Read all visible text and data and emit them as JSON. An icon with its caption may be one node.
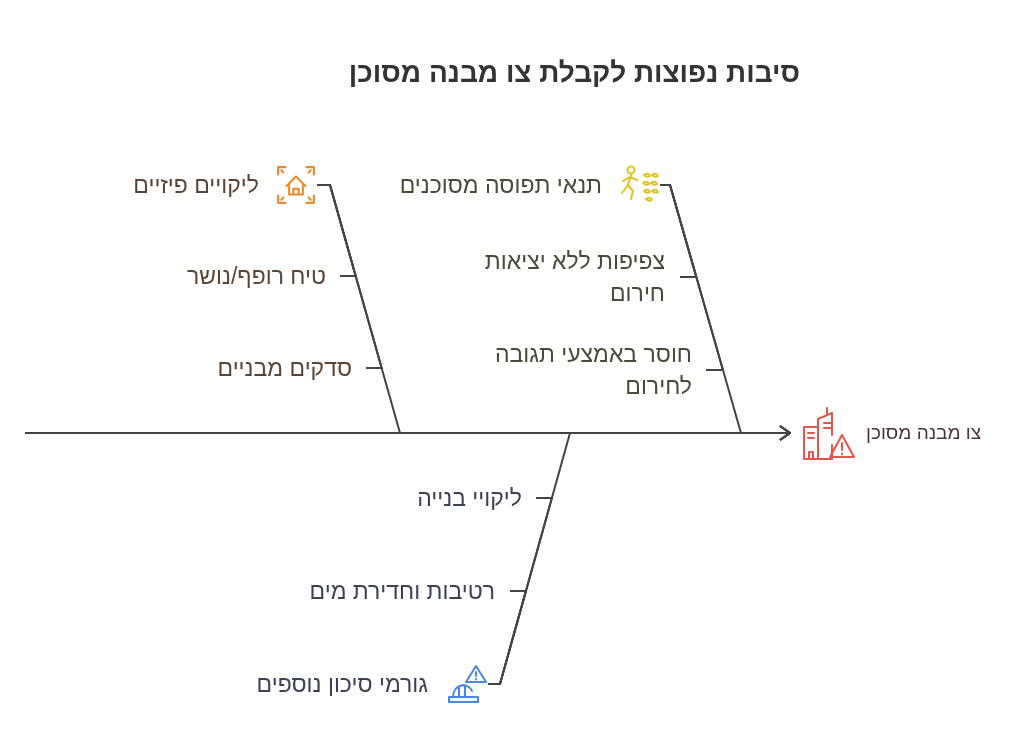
{
  "diagram": {
    "title": "סיבות נפוצות לקבלת צו מבנה מסוכן",
    "nodes": [
      {
        "text": [
          "תנאי תפוסה מסוכנים"
        ]
      },
      {
        "text": [
          "צפיפות ללא יציאות חירום"
        ]
      },
      {
        "text": [
          "חוסר באמצעי תגובה לחירום"
        ]
      },
      {
        "text": [
          "ליקויים פיזיים"
        ]
      },
      {
        "text": [
          "טיח רופף/נושר"
        ]
      },
      {
        "text": [
          "סדקים מבניים"
        ]
      },
      {
        "text": [
          "צו מבנה מסוכן"
        ]
      },
      {
        "text": [
          "ליקויי בנייה"
        ]
      },
      {
        "text": [
          "רטיבות וחדירת מים"
        ]
      },
      {
        "text": [
          "גורמי סיכון נוספים"
        ]
      }
    ],
    "edges": [
      {
        "from": null,
        "to": 6,
        "arrow": "to"
      },
      {
        "from": 0,
        "to": 6,
        "arrow": "to"
      },
      {
        "from": 3,
        "to": 6,
        "arrow": "to"
      },
      {
        "from": 9,
        "to": 6,
        "arrow": "to"
      },
      {
        "from": 1,
        "to": 0,
        "arrow": "none"
      },
      {
        "from": 2,
        "to": 0,
        "arrow": "none"
      },
      {
        "from": 4,
        "to": 3,
        "arrow": "none"
      },
      {
        "from": 5,
        "to": 3,
        "arrow": "none"
      },
      {
        "from": 7,
        "to": 9,
        "arrow": "none"
      },
      {
        "from": 8,
        "to": 9,
        "arrow": "none"
      }
    ]
  }
}
